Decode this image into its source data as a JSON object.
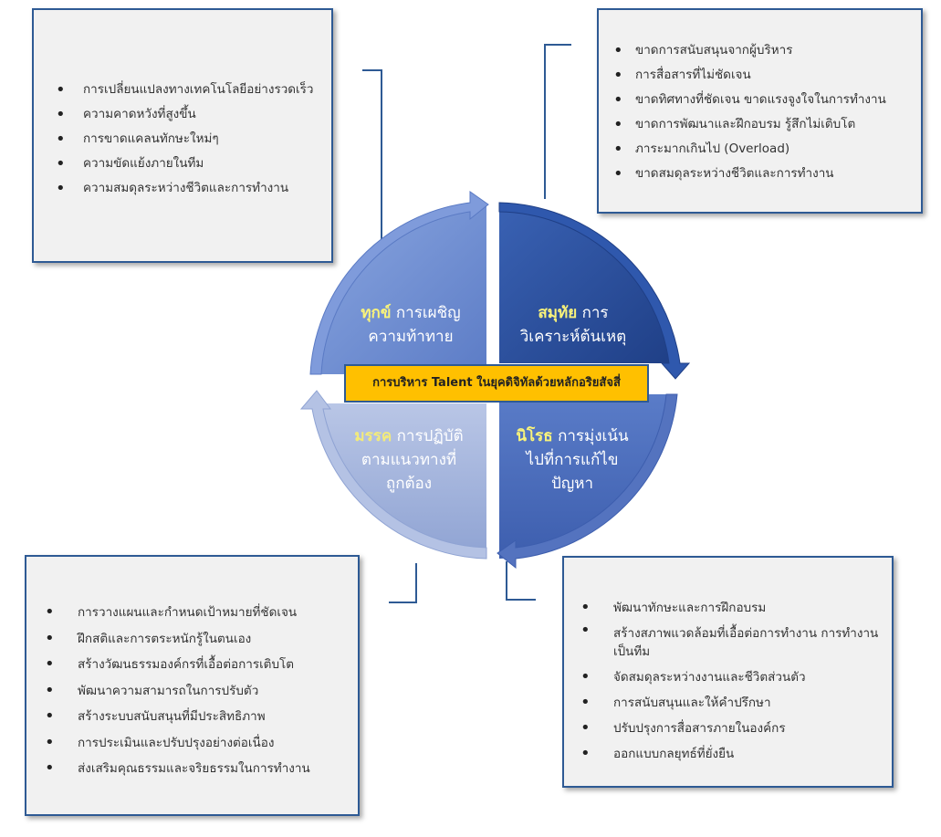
{
  "center_title": "การบริหาร Talent ในยุคดิจิทัลด้วยหลักอริยสัจสี่",
  "quadrants": {
    "top_left": {
      "key": "ทุกข์",
      "line1": "การเผชิญ",
      "line2": "ความท้าทาย"
    },
    "top_right": {
      "key": "สมุทัย",
      "line1": "การ",
      "line2": "วิเคราะห์ต้นเหตุ"
    },
    "bottom_right": {
      "key": "นิโรธ",
      "line1": "การมุ่งเน้น",
      "line2": "ไปที่การแก้ไข",
      "line3": "ปัญหา"
    },
    "bottom_left": {
      "key": "มรรค",
      "line1": "การปฏิบัติ",
      "line2": "ตามแนวทางที่",
      "line3": "ถูกต้อง"
    }
  },
  "boxes": {
    "top_left": [
      "การเปลี่ยนแปลงทางเทคโนโลยีอย่างรวดเร็ว",
      "ความคาดหวังที่สูงขึ้น",
      "การขาดแคลนทักษะใหม่ๆ",
      "ความขัดแย้งภายในทีม",
      "ความสมดุลระหว่างชีวิตและการทำงาน"
    ],
    "top_right": [
      "ขาดการสนับสนุนจากผู้บริหาร",
      "การสื่อสารที่ไม่ชัดเจน",
      "ขาดทิศทางที่ชัดเจน ขาดแรงจูงใจในการทำงาน",
      "ขาดการพัฒนาและฝึกอบรม รู้สึกไม่เติบโต",
      "ภาระมากเกินไป (Overload)",
      "ขาดสมดุลระหว่างชีวิตและการทำงาน"
    ],
    "bottom_left": [
      "การวางแผนและกำหนดเป้าหมายที่ชัดเจน",
      "ฝึกสติและการตระหนักรู้ในตนเอง",
      "สร้างวัฒนธรรมองค์กรที่เอื้อต่อการเติบโต",
      "พัฒนาความสามารถในการปรับตัว",
      "สร้างระบบสนับสนุนที่มีประสิทธิภาพ",
      "การประเมินและปรับปรุงอย่างต่อเนื่อง",
      "ส่งเสริมคุณธรรมและจริยธรรมในการทำงาน"
    ],
    "bottom_right": [
      "พัฒนาทักษะและการฝึกอบรม",
      "สร้างสภาพแวดล้อมที่เอื้อต่อการทำงาน การทำงานเป็นทีม",
      "จัดสมดุลระหว่างงานและชีวิตส่วนตัว",
      "การสนับสนุนและให้คำปรึกษา",
      "ปรับปรุงการสื่อสารภายในองค์กร",
      "ออกแบบกลยุทธ์ที่ยั่งยืน"
    ]
  },
  "colors": {
    "top_left": "#6e8fd3",
    "top_right": "#2c4f9c",
    "bottom_right": "#4a6bbd",
    "bottom_left": "#a3b4dd",
    "banner": "#ffc000",
    "box_border": "#2e5a94",
    "key_text": "#f9f37a"
  }
}
